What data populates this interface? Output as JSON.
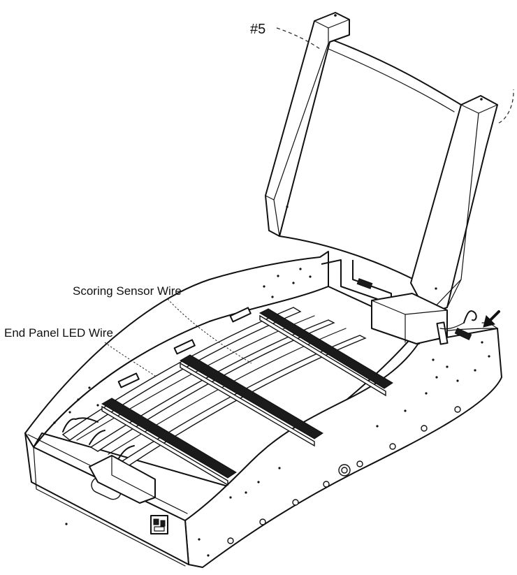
{
  "callouts": {
    "part_number": "#5",
    "scoring_sensor_wire": "Scoring Sensor Wire",
    "end_panel_led_wire": "End Panel LED Wire"
  },
  "colors": {
    "ink": "#111111",
    "background": "#ffffff"
  },
  "icons": {
    "direction_arrow": "arrow-down-left-icon"
  }
}
